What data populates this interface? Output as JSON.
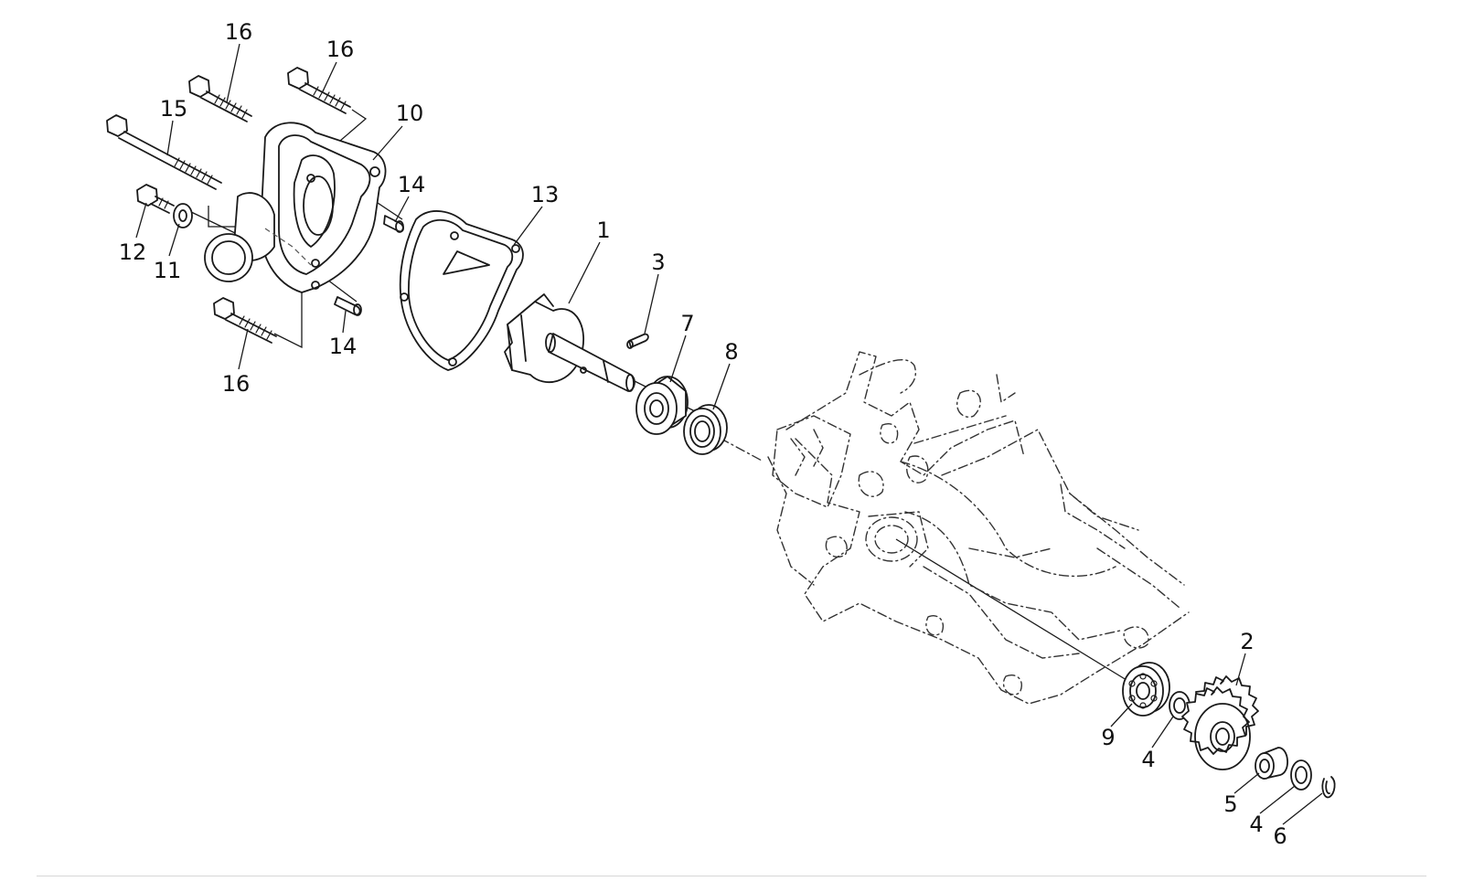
{
  "callouts": [
    {
      "id": "c16a",
      "text": "16"
    },
    {
      "id": "c16b",
      "text": "16"
    },
    {
      "id": "c15",
      "text": "15"
    },
    {
      "id": "c10",
      "text": "10"
    },
    {
      "id": "c14a",
      "text": "14"
    },
    {
      "id": "c12",
      "text": "12"
    },
    {
      "id": "c11",
      "text": "11"
    },
    {
      "id": "c13",
      "text": "13"
    },
    {
      "id": "c1",
      "text": "1"
    },
    {
      "id": "c3",
      "text": "3"
    },
    {
      "id": "c7",
      "text": "7"
    },
    {
      "id": "c8",
      "text": "8"
    },
    {
      "id": "c14b",
      "text": "14"
    },
    {
      "id": "c16c",
      "text": "16"
    },
    {
      "id": "c2",
      "text": "2"
    },
    {
      "id": "c9",
      "text": "9"
    },
    {
      "id": "c4a",
      "text": "4"
    },
    {
      "id": "c5",
      "text": "5"
    },
    {
      "id": "c4b",
      "text": "4"
    },
    {
      "id": "c6",
      "text": "6"
    }
  ]
}
